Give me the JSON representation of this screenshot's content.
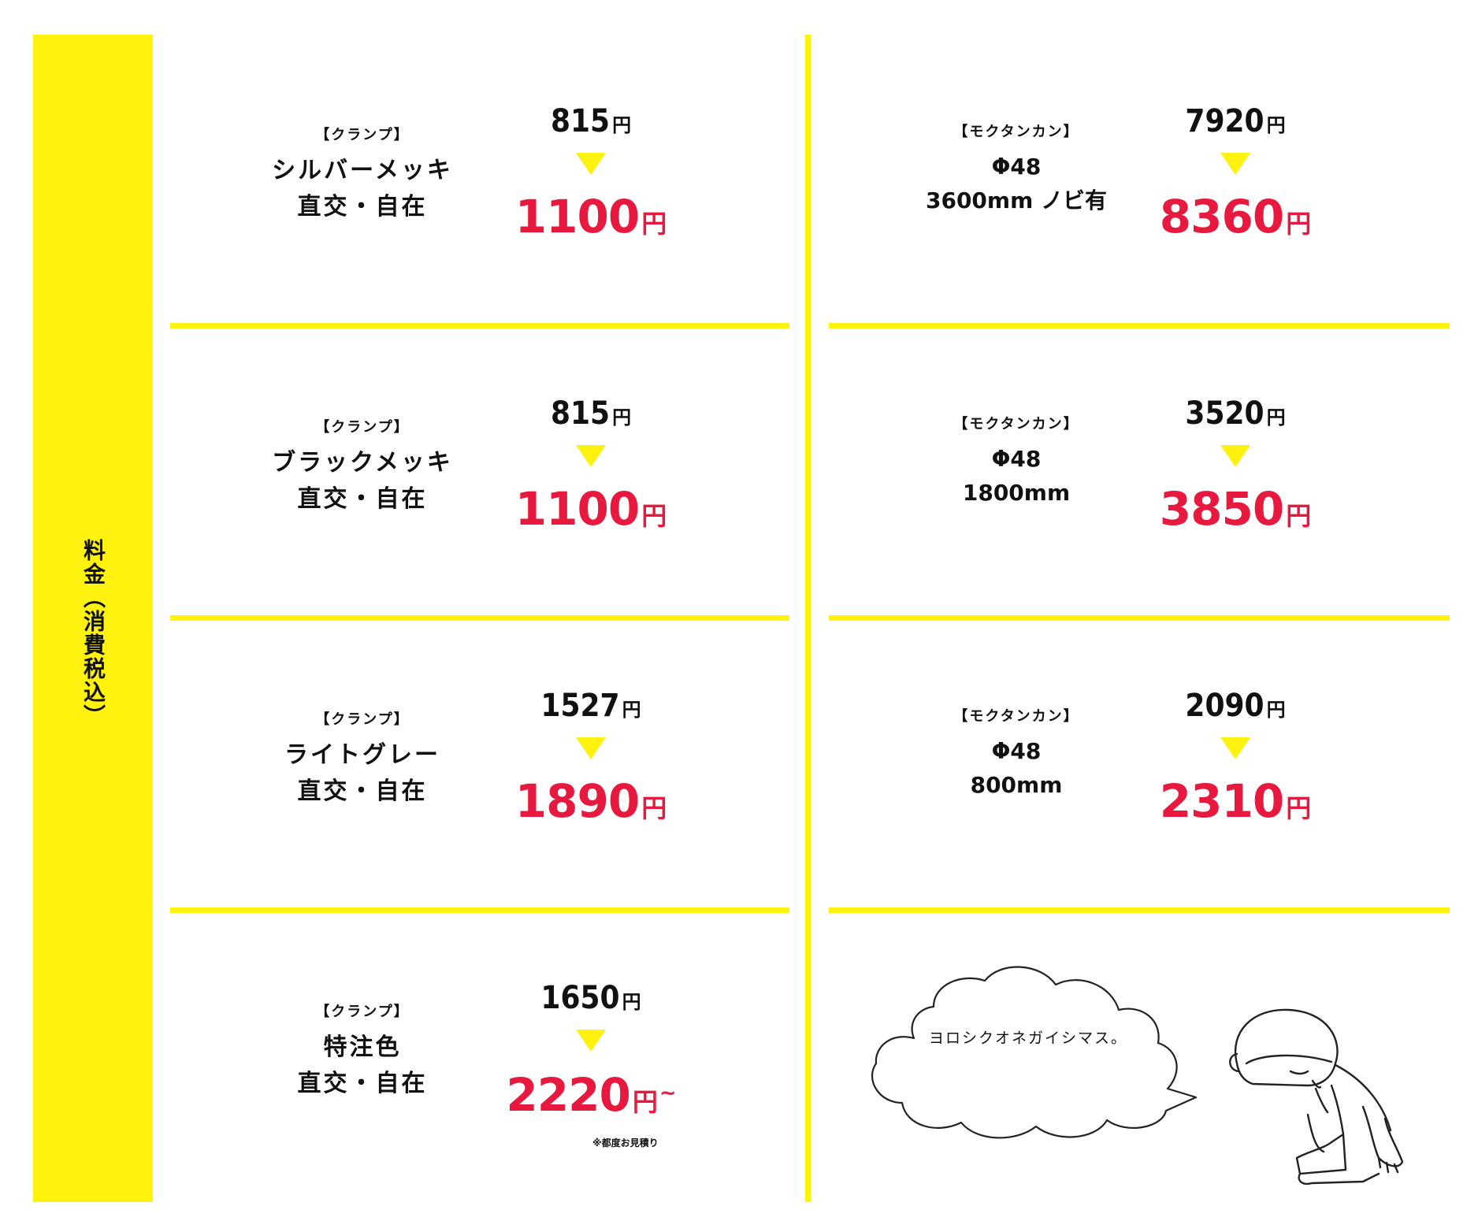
{
  "sidebar": {
    "label": "料金（消費税込）",
    "color": "#fff20f"
  },
  "accent_color": "#e8193f",
  "clamp_items": [
    {
      "tag": "【クランプ】",
      "name": "シルバーメッキ",
      "spec": "直交・自在",
      "old_price": "815",
      "new_price": "1100",
      "unit": "円"
    },
    {
      "tag": "【クランプ】",
      "name": "ブラックメッキ",
      "spec": "直交・自在",
      "old_price": "815",
      "new_price": "1100",
      "unit": "円"
    },
    {
      "tag": "【クランプ】",
      "name": "ライトグレー",
      "spec": "直交・自在",
      "old_price": "1527",
      "new_price": "1890",
      "unit": "円"
    },
    {
      "tag": "【クランプ】",
      "name": "特注色",
      "spec": "直交・自在",
      "old_price": "1650",
      "new_price": "2220",
      "unit": "円",
      "suffix": "~",
      "note": "※都度お見積り"
    }
  ],
  "pipe_items": [
    {
      "tag": "【モクタンカン】",
      "diameter": "Φ48",
      "length": "3600mm ノビ有",
      "old_price": "7920",
      "new_price": "8360",
      "unit": "円"
    },
    {
      "tag": "【モクタンカン】",
      "diameter": "Φ48",
      "length": "1800mm",
      "old_price": "3520",
      "new_price": "3850",
      "unit": "円"
    },
    {
      "tag": "【モクタンカン】",
      "diameter": "Φ48",
      "length": "800mm",
      "old_price": "2090",
      "new_price": "2310",
      "unit": "円"
    }
  ],
  "illustration": {
    "speech": "ヨロシクオネガイシマス。"
  }
}
